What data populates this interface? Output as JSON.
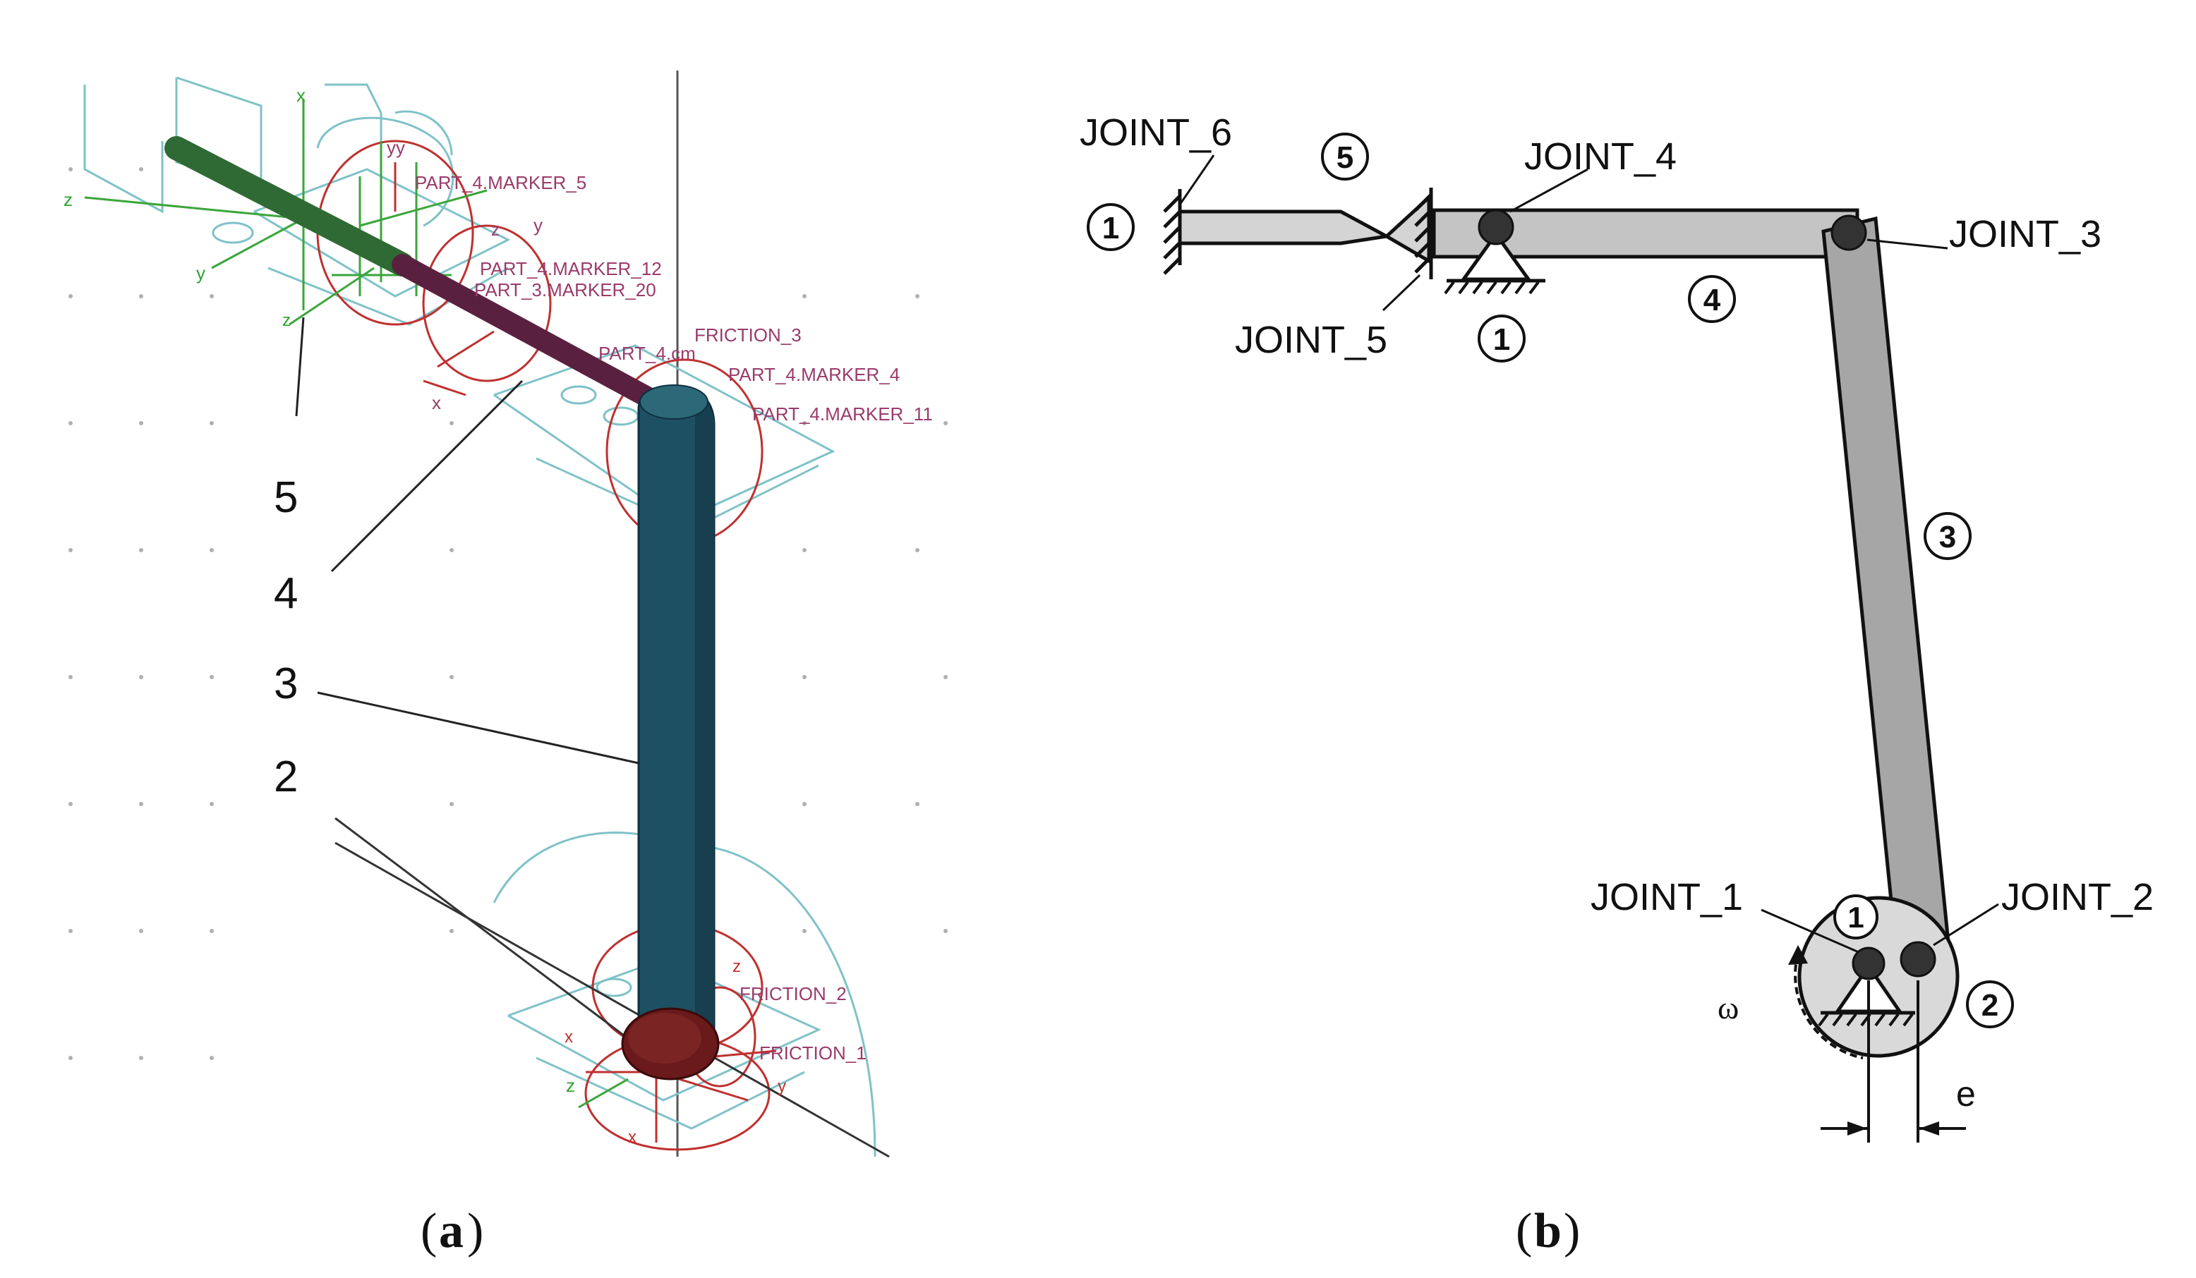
{
  "panel_a": {
    "caption_letter": "a",
    "markers": {
      "marker_5": "PART_4.MARKER_5",
      "marker_12": "PART_4.MARKER_12",
      "marker_20": "PART_3.MARKER_20",
      "friction_3": "FRICTION_3",
      "part_cm": "PART_4.cm",
      "marker_4": "PART_4.MARKER_4",
      "marker_11": "PART_4.MARKER_11",
      "friction_2": "FRICTION_2",
      "friction_1": "FRICTION_1"
    },
    "axes": [
      "x",
      "y",
      "z",
      "yy"
    ],
    "part_numbers": [
      "5",
      "4",
      "3",
      "2"
    ]
  },
  "panel_b": {
    "caption_letter": "b",
    "joints": [
      "JOINT_6",
      "JOINT_4",
      "JOINT_3",
      "JOINT_5",
      "JOINT_1",
      "JOINT_2"
    ],
    "circled_numbers": {
      "ground_left": "1",
      "spring": "5",
      "ground_pivot": "1",
      "link_4": "4",
      "link_3": "3",
      "crank_1": "1",
      "crank_2": "2"
    },
    "omega": "ω",
    "eccentricity": "e"
  },
  "colors": {
    "green_rod": "#2f6a35",
    "maroon_rod": "#5a2040",
    "teal_link": "#1e5063",
    "dark_red_disc": "#6a1a1a",
    "grey_fill": "#c4c4c4",
    "wire_cyan": "#7fc2c8",
    "wire_red": "#c03030",
    "label_magenta": "#9a3b6b"
  }
}
